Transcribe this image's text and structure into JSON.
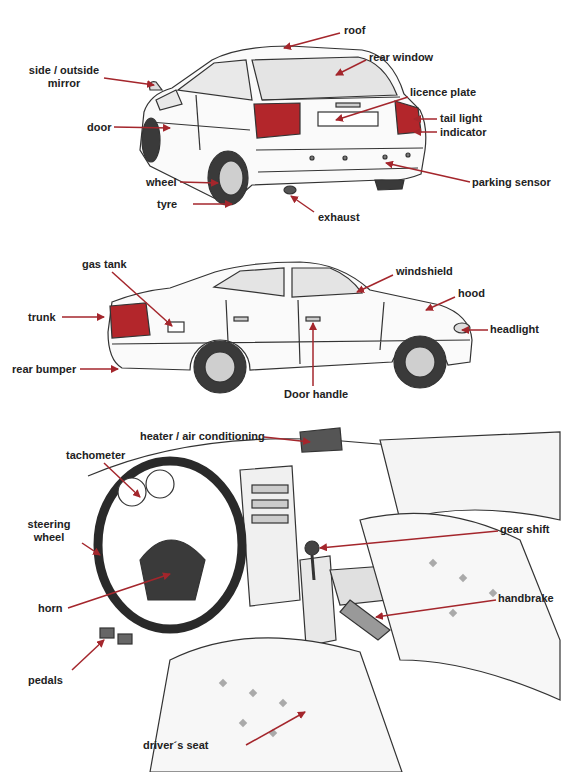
{
  "diagram": {
    "labels": [
      "roof",
      "side / outside mirror",
      "rear window",
      "licence plate",
      "door",
      "tail light",
      "indicator",
      "wheel",
      "parking sensor",
      "tyre",
      "exhaust",
      "gas tank",
      "windshield",
      "hood",
      "trunk",
      "headlight",
      "rear bumper",
      "Door handle",
      "heater / air conditioning",
      "tachometer",
      "steering wheel",
      "gear shift",
      "horn",
      "handbrake",
      "pedals",
      "driver´s seat"
    ]
  }
}
